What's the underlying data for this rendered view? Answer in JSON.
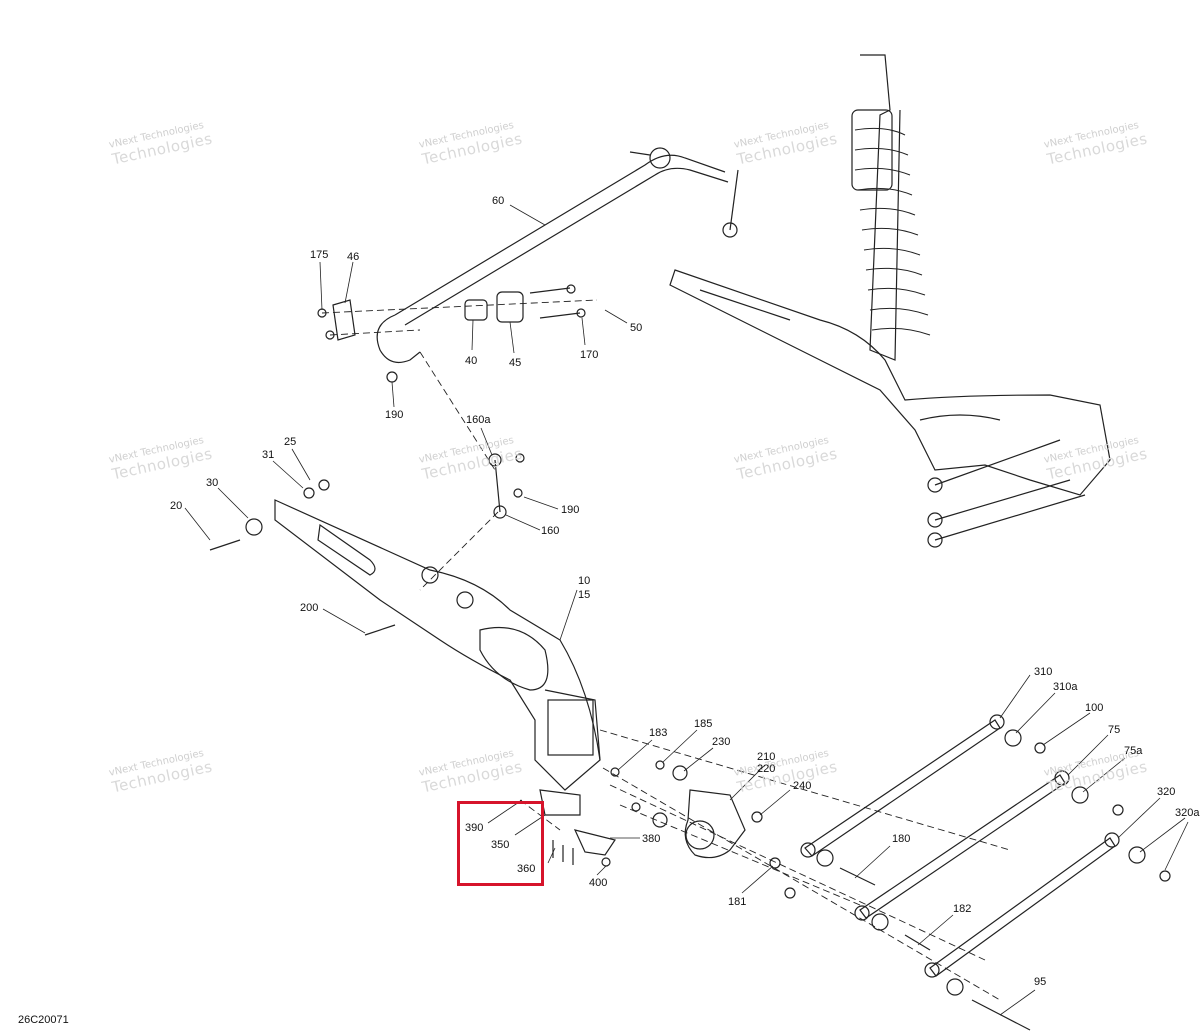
{
  "document_id": "26C20071",
  "watermark": {
    "line1": "vNext Technologies",
    "line2": "Technologies"
  },
  "highlight_color": "#d6142b",
  "callouts": [
    "175",
    "46",
    "60",
    "50",
    "40",
    "45",
    "170",
    "190",
    "160a",
    "25",
    "31",
    "30",
    "20",
    "190",
    "160",
    "10",
    "15",
    "200",
    "183",
    "185",
    "230",
    "210",
    "220",
    "240",
    "310",
    "310a",
    "100",
    "75",
    "75a",
    "320",
    "320a",
    "180",
    "182",
    "181",
    "95",
    "390",
    "350",
    "360",
    "380",
    "400"
  ]
}
